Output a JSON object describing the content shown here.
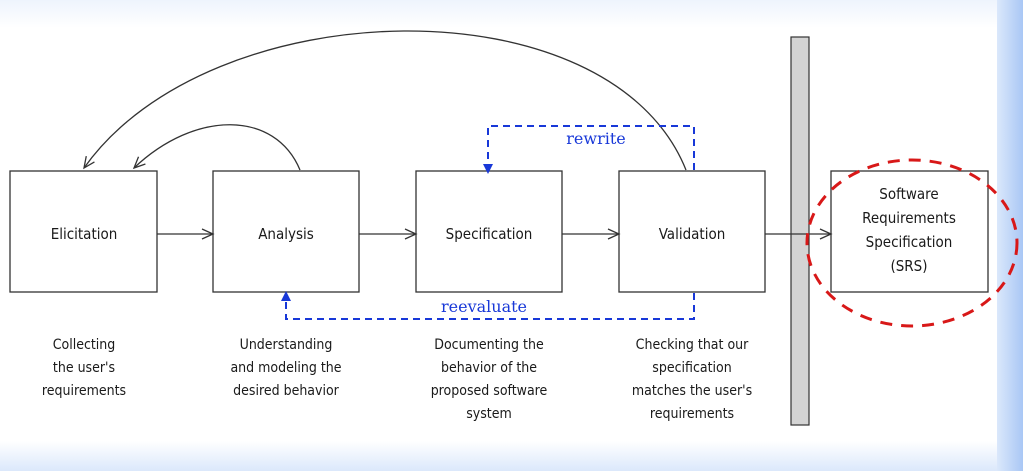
{
  "stages": [
    {
      "id": "elicitation",
      "label": "Elicitation",
      "description": [
        "Collecting",
        "the user's",
        "requirements"
      ]
    },
    {
      "id": "analysis",
      "label": "Analysis",
      "description": [
        "Understanding",
        "and modeling the",
        "desired behavior"
      ]
    },
    {
      "id": "specification",
      "label": "Specification",
      "description": [
        "Documenting the",
        "behavior of the",
        "proposed software",
        "system"
      ]
    },
    {
      "id": "validation",
      "label": "Validation",
      "description": [
        "Checking that our",
        "specification",
        "matches the user's",
        "requirements"
      ]
    }
  ],
  "output": {
    "label_lines": [
      "Software",
      "Requirements",
      "Specification",
      "(SRS)"
    ]
  },
  "loops": {
    "rewrite": "rewrite",
    "reevaluate": "reevaluate"
  },
  "colors": {
    "loop_dashed": "#1838d8",
    "highlight_circle": "#d81818",
    "gate": "#d4d4d4"
  }
}
